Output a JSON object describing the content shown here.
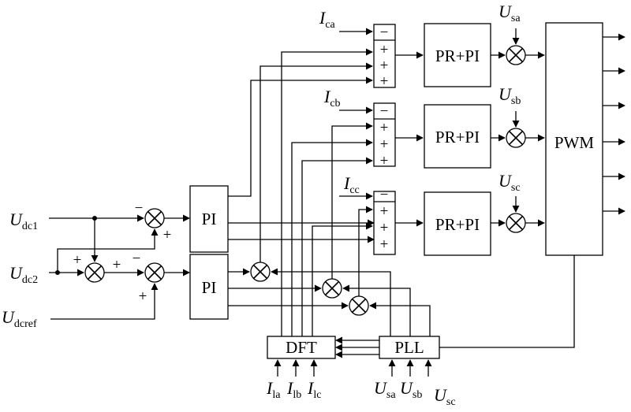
{
  "blocks": {
    "pi_top": "PI",
    "pi_bottom": "PI",
    "pr_a": "PR+PI",
    "pr_b": "PR+PI",
    "pr_c": "PR+PI",
    "pwm": "PWM",
    "dft": "DFT",
    "pll": "PLL"
  },
  "inputs": {
    "udc1": {
      "main": "U",
      "sub": "dc1"
    },
    "udc2": {
      "main": "U",
      "sub": "dc2"
    },
    "udcref": {
      "main": "U",
      "sub": "dcref"
    },
    "ica": {
      "main": "I",
      "sub": "ca"
    },
    "icb": {
      "main": "I",
      "sub": "cb"
    },
    "icc": {
      "main": "I",
      "sub": "cc"
    },
    "usa_a": {
      "main": "U",
      "sub": "sa"
    },
    "usb_b": {
      "main": "U",
      "sub": "sb"
    },
    "usc_c": {
      "main": "U",
      "sub": "sc"
    },
    "ila": {
      "main": "I",
      "sub": "la"
    },
    "ilb": {
      "main": "I",
      "sub": "lb"
    },
    "ilc": {
      "main": "I",
      "sub": "lc"
    },
    "pll_usa": {
      "main": "U",
      "sub": "sa"
    },
    "pll_usb": {
      "main": "U",
      "sub": "sb"
    },
    "pll_usc": {
      "main": "U",
      "sub": "sc"
    }
  },
  "signs": {
    "minus": "−",
    "plus": "+"
  }
}
